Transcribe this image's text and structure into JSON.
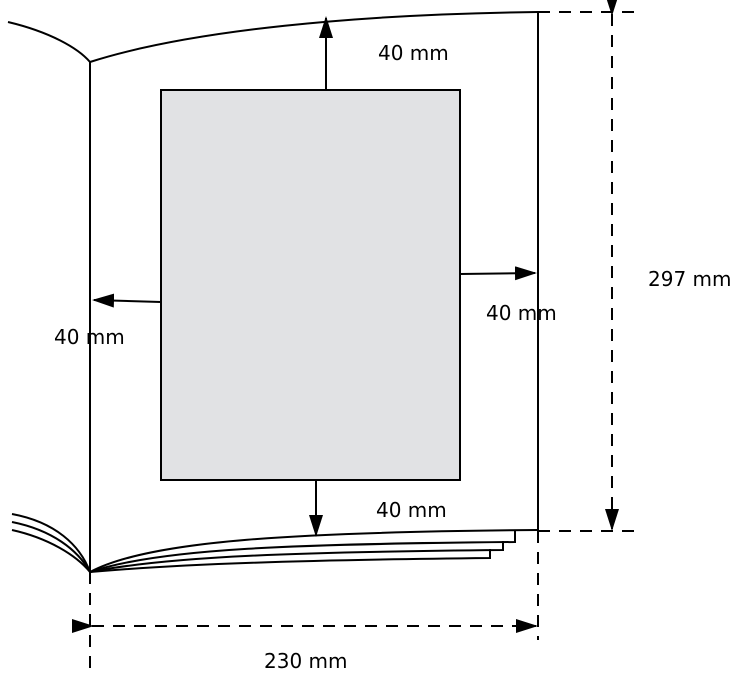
{
  "labels": {
    "top_margin": "40 mm",
    "bottom_margin": "40 mm",
    "left_margin": "40 mm",
    "right_margin": "40 mm",
    "page_height": "297 mm",
    "page_width": "230 mm"
  },
  "colors": {
    "line": "#000000",
    "content_area": "#e1e2e4"
  }
}
